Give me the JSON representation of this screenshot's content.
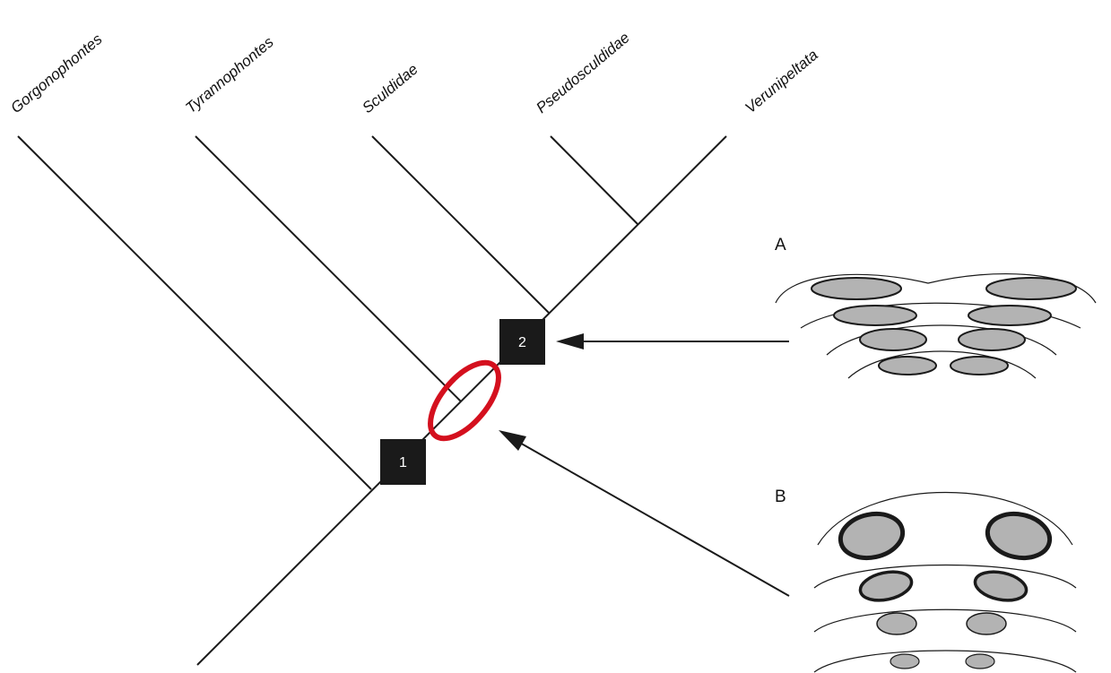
{
  "taxa": {
    "gorgonophontes": "Gorgonophontes",
    "tyrannophontes": "Tyrannophontes",
    "sculdidae": "Sculdidae",
    "pseudosculdidae": "Pseudosculdidae",
    "verunipeltata": "Verunipeltata"
  },
  "nodes": {
    "node_1": "1",
    "node_2": "2"
  },
  "panels": {
    "panel_a": "A",
    "panel_b": "B"
  },
  "colors": {
    "highlight": "#d4101e",
    "node_box": "#1a1a1a",
    "spot_fill": "#b3b3b3"
  }
}
